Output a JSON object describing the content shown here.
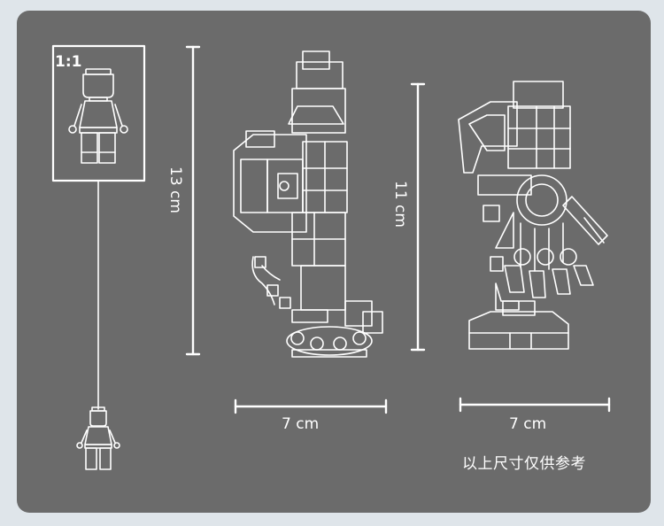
{
  "scale_badge": "1:1",
  "figure_left": {
    "height_label": "13 cm",
    "width_label": "7 cm"
  },
  "figure_right": {
    "height_label": "11 cm",
    "width_label": "7 cm"
  },
  "note": "以上尺寸仅供参考",
  "colors": {
    "panel": "#6b6b6b",
    "background": "#dfe5ea",
    "line": "#ffffff"
  }
}
